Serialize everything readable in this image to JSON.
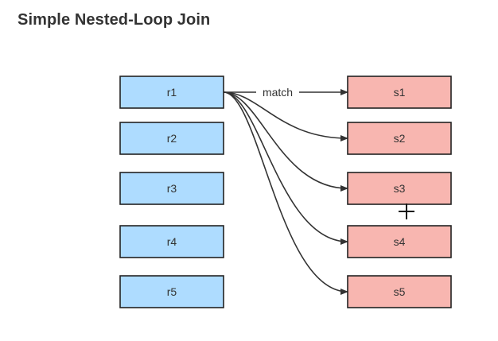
{
  "title": "Simple Nested-Loop Join",
  "colors": {
    "left_fill": "#aedcff",
    "right_fill": "#f8b6b0",
    "stroke": "#222222",
    "arrow": "#333333"
  },
  "diagram": {
    "left_nodes": [
      "r1",
      "r2",
      "r3",
      "r4",
      "r5"
    ],
    "right_nodes": [
      "s1",
      "s2",
      "s3",
      "s4",
      "s5"
    ],
    "edges": [
      {
        "from": "r1",
        "to": "s1",
        "label": "match"
      },
      {
        "from": "r1",
        "to": "s2",
        "label": ""
      },
      {
        "from": "r1",
        "to": "s3",
        "label": ""
      },
      {
        "from": "r1",
        "to": "s4",
        "label": ""
      },
      {
        "from": "r1",
        "to": "s5",
        "label": ""
      }
    ]
  },
  "cursor_icon": "crosshair-cursor-icon"
}
